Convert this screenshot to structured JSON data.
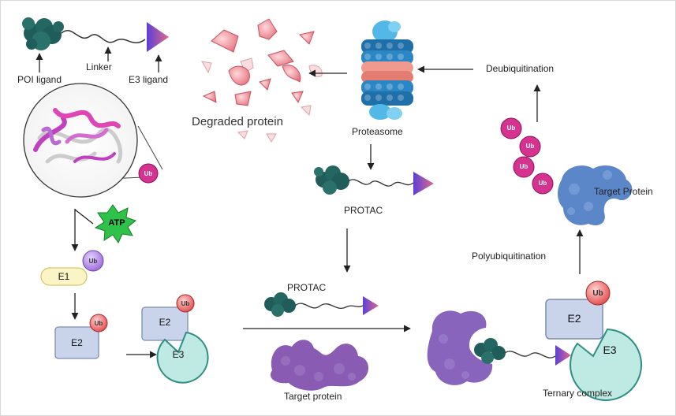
{
  "labels": {
    "poi_ligand": "POI ligand",
    "linker": "Linker",
    "e3_ligand": "E3 ligand",
    "degraded_protein": "Degraded protein",
    "proteasome": "Proteasome",
    "protac_top": "PROTAC",
    "protac_mid": "PROTAC",
    "target_protein_bottom": "Target protein",
    "ternary_complex": "Ternary complex",
    "polyubiquitination": "Polyubiquitination",
    "deubiquitination": "Deubiquitination",
    "target_protein_right": "Target Protein"
  },
  "chips": {
    "ub": "Ub",
    "atp": "ATP",
    "e1": "E1",
    "e2": "E2",
    "e3": "E3"
  },
  "colors": {
    "ligand_teal": "#1f5c5a",
    "e3_ligand_purple": "#6a4de8",
    "ub_magenta": "#d5338f",
    "ub_red": "#e24a4a",
    "ub_purple": "#9a67d8",
    "e1_yellow": "#fbf4c6",
    "e2_blue": "#c9d4ea",
    "e3_cyan": "#bfe9e3",
    "target_purple": "#8a5bb3",
    "target_blue": "#5b86c8",
    "atp_green": "#2fc24a",
    "proteasome_blue": "#2b86c5",
    "proteasome_salmon": "#f09a8f",
    "degraded_pink": "#f08e96"
  }
}
